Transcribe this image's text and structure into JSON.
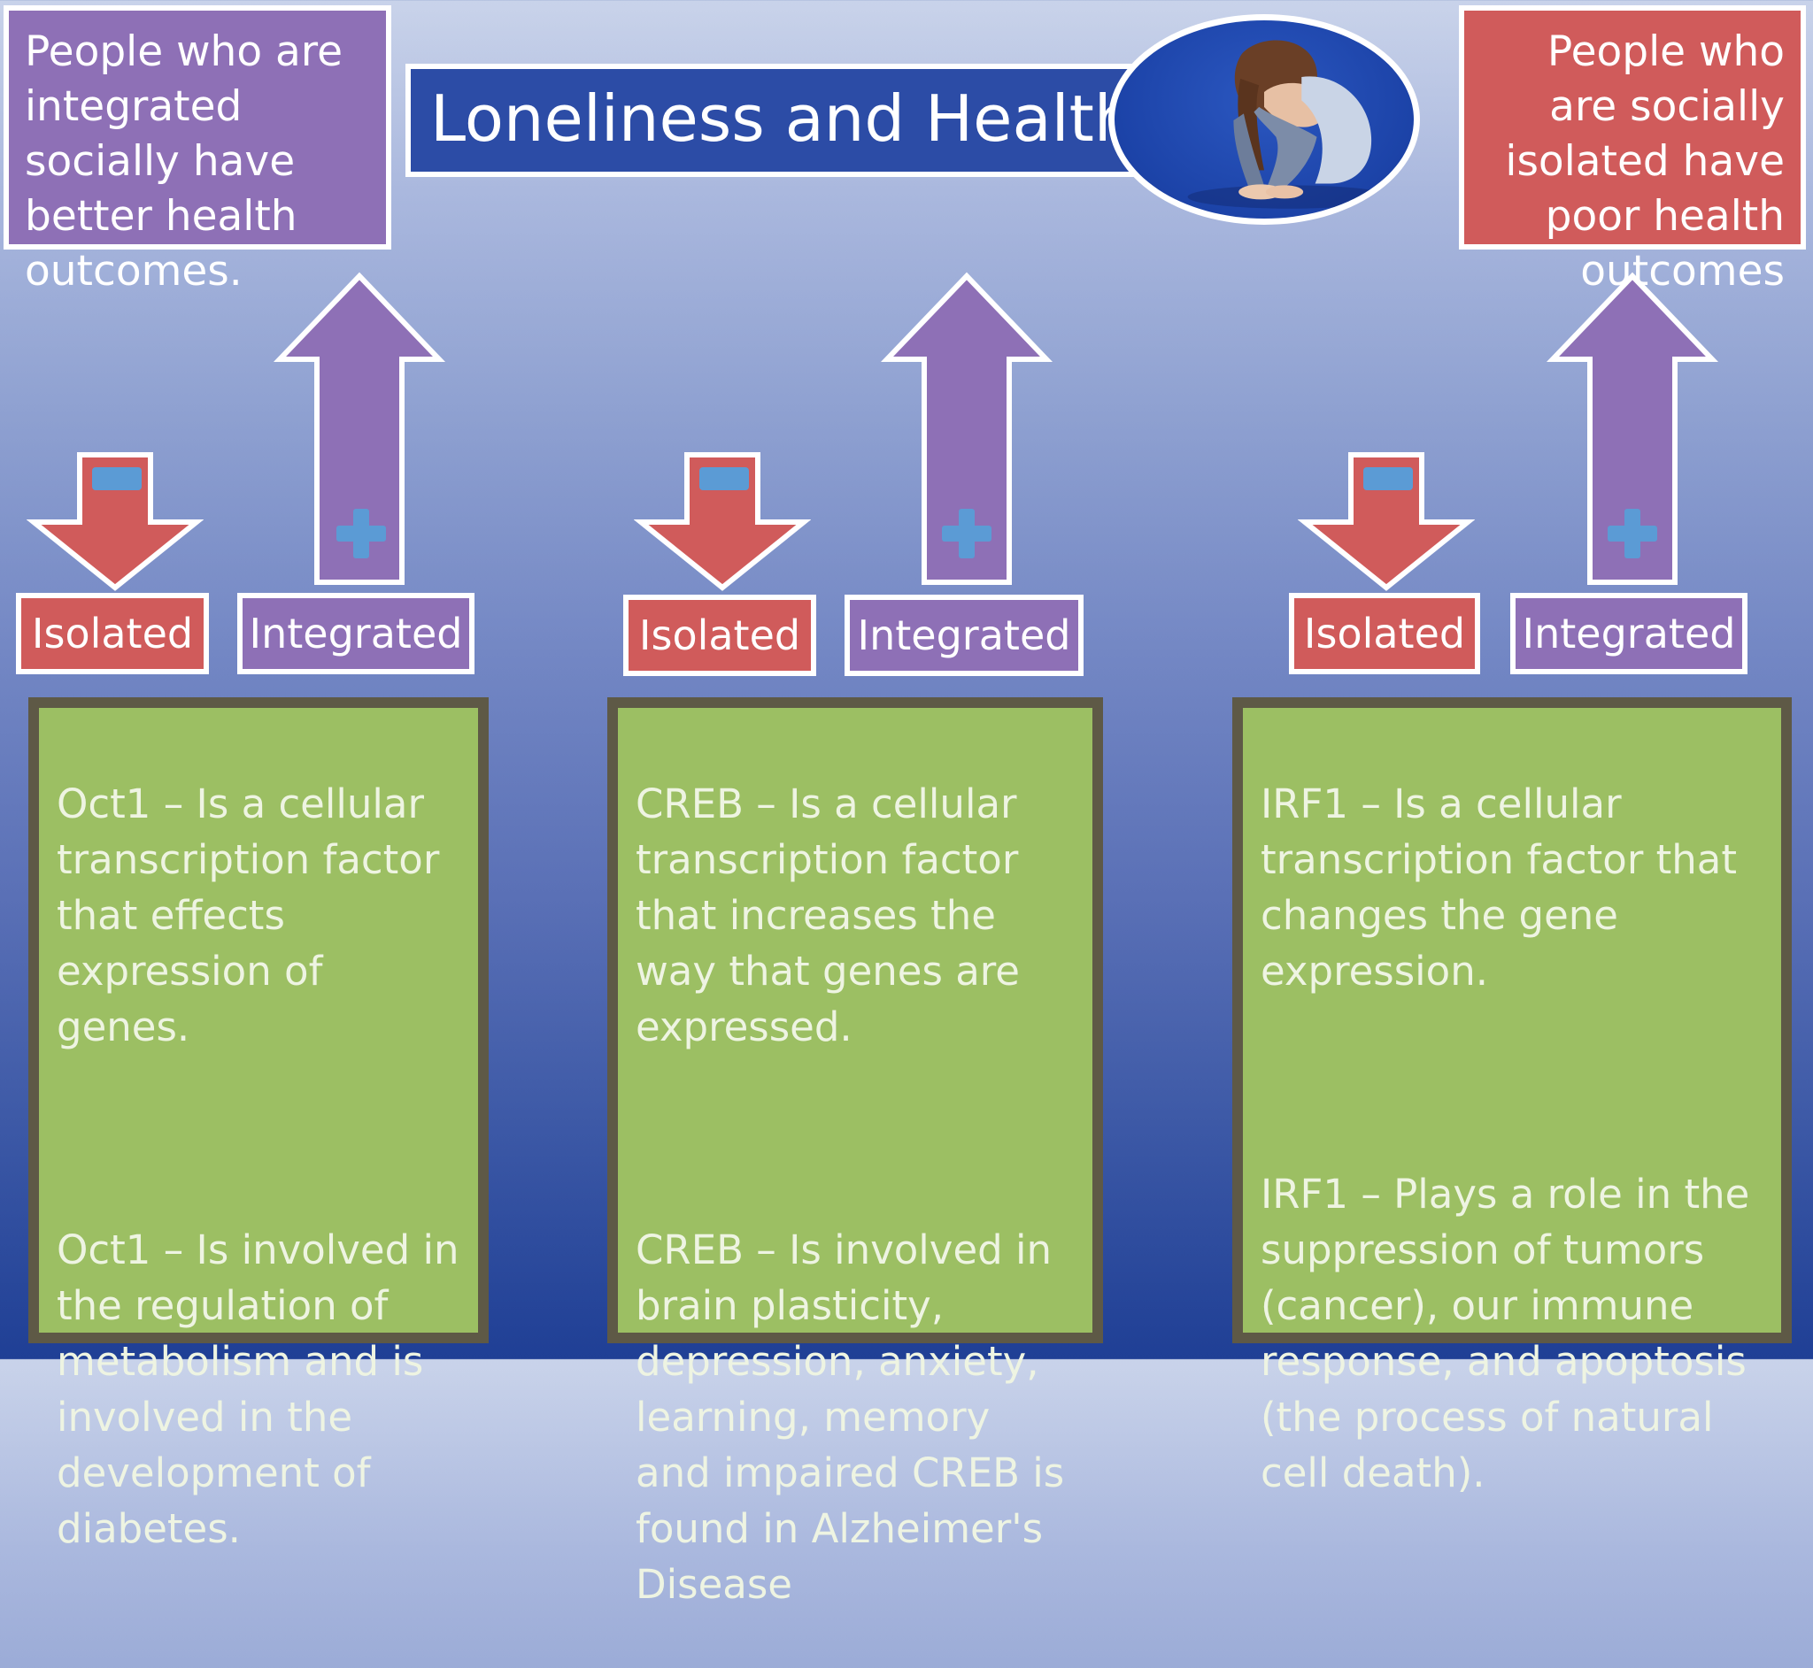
{
  "header": {
    "title": "Loneliness and Health",
    "note_left": "People who are integrated socially have better health outcomes.",
    "note_right": "People who are socially isolated have poor health outcomes"
  },
  "columns": [
    {
      "isolated_label": "Isolated",
      "integrated_label": "Integrated",
      "minus_sign": "−",
      "plus_sign": "+",
      "paragraph_1": "Oct1 – Is a cellular transcription factor that effects expression of genes.",
      "paragraph_2": "Oct1 – Is involved in the regulation of metabolism and is involved in the development of diabetes."
    },
    {
      "isolated_label": "Isolated",
      "integrated_label": "Integrated",
      "minus_sign": "−",
      "plus_sign": "+",
      "paragraph_1": "CREB – Is a cellular transcription factor that increases the way that genes are expressed.",
      "paragraph_2": "CREB – Is involved in brain plasticity, depression, anxiety, learning, memory and impaired CREB is found in Alzheimer's Disease"
    },
    {
      "isolated_label": "Isolated",
      "integrated_label": "Integrated",
      "minus_sign": "−",
      "plus_sign": "+",
      "paragraph_1": "IRF1 – Is a cellular transcription factor that changes the gene expression.",
      "paragraph_2": "IRF1 – Plays a role in the suppression of tumors (cancer), our immune response, and apoptosis (the process of natural cell death)."
    }
  ],
  "colors": {
    "isolated_red": "#d05b5b",
    "integrated_purple": "#8e70b6",
    "title_blue": "#2c4ca6",
    "info_green": "#9cbf63",
    "info_border": "#5e5946",
    "sign_blue": "#5b9bd5"
  },
  "icons": {
    "down_arrow": "down-arrow-icon",
    "up_arrow": "up-arrow-icon",
    "minus": "minus-icon",
    "plus": "plus-icon"
  }
}
